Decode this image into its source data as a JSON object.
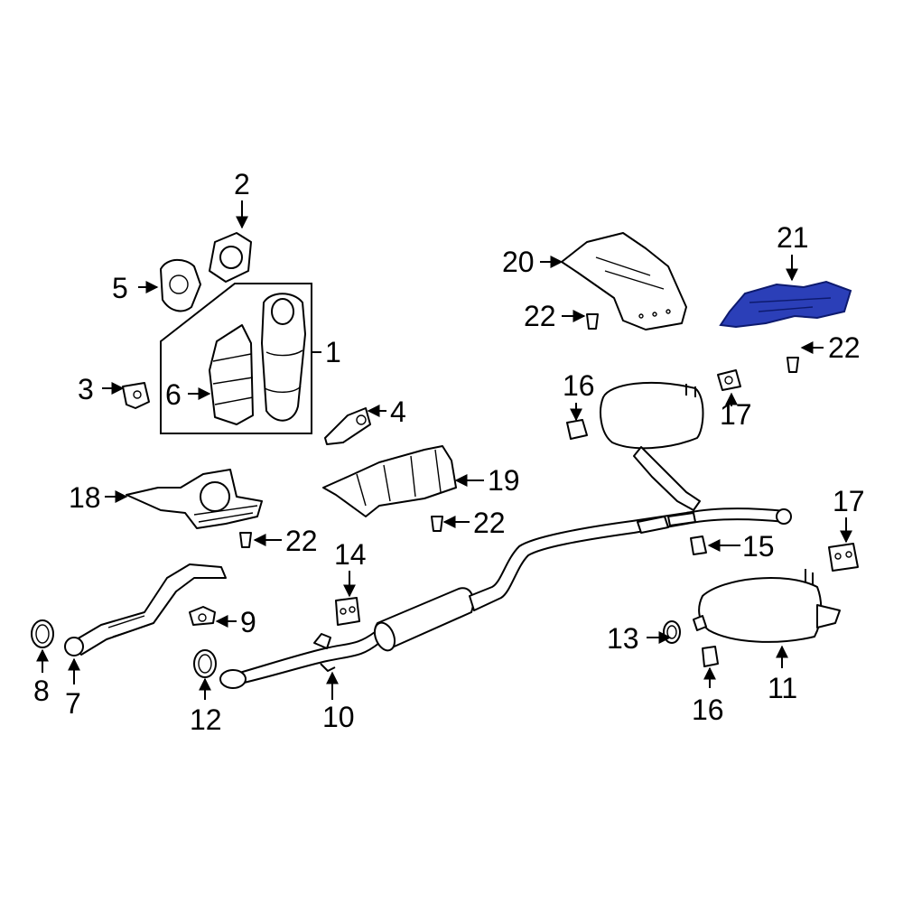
{
  "callouts": {
    "c1": "1",
    "c2": "2",
    "c3": "3",
    "c4": "4",
    "c5": "5",
    "c6": "6",
    "c7": "7",
    "c8": "8",
    "c9": "9",
    "c10": "10",
    "c11": "11",
    "c12": "12",
    "c13": "13",
    "c14": "14",
    "c15": "15",
    "c16a": "16",
    "c16b": "16",
    "c17a": "17",
    "c17b": "17",
    "c18": "18",
    "c19": "19",
    "c20": "20",
    "c21": "21",
    "c22a": "22",
    "c22b": "22",
    "c22c": "22",
    "c22d": "22"
  },
  "colors": {
    "highlight": "#2b3fb8",
    "line": "#000000",
    "background": "#ffffff"
  },
  "highlighted_part": "21"
}
